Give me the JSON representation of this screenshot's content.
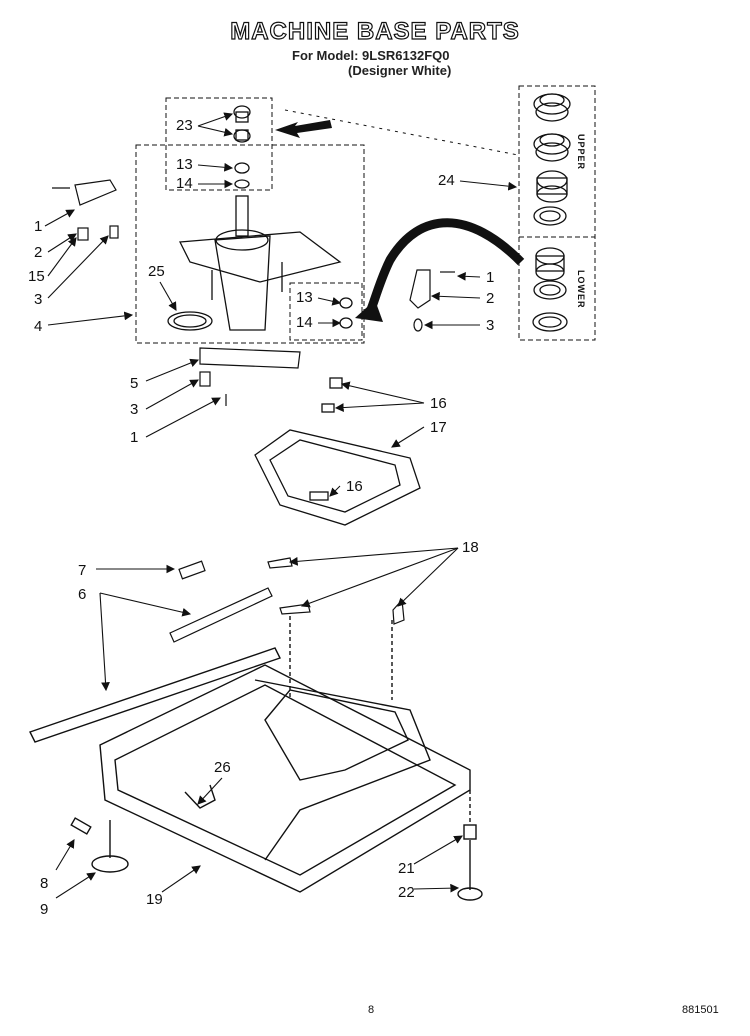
{
  "header": {
    "title": "MACHINE BASE PARTS",
    "model_line": "For Model: 9LSR6132FQ0",
    "color_line": "(Designer White)"
  },
  "footer": {
    "page_number": "8",
    "doc_code": "881501"
  },
  "kit_labels": {
    "upper": "UPPER",
    "lower": "LOWER"
  },
  "callouts": [
    "23",
    "13",
    "14",
    "1",
    "2",
    "15",
    "3",
    "4",
    "25",
    "24",
    "1",
    "2",
    "3",
    "13",
    "14",
    "5",
    "3",
    "1",
    "16",
    "17",
    "16",
    "7",
    "18",
    "6",
    "26",
    "8",
    "9",
    "19",
    "21",
    "22"
  ]
}
